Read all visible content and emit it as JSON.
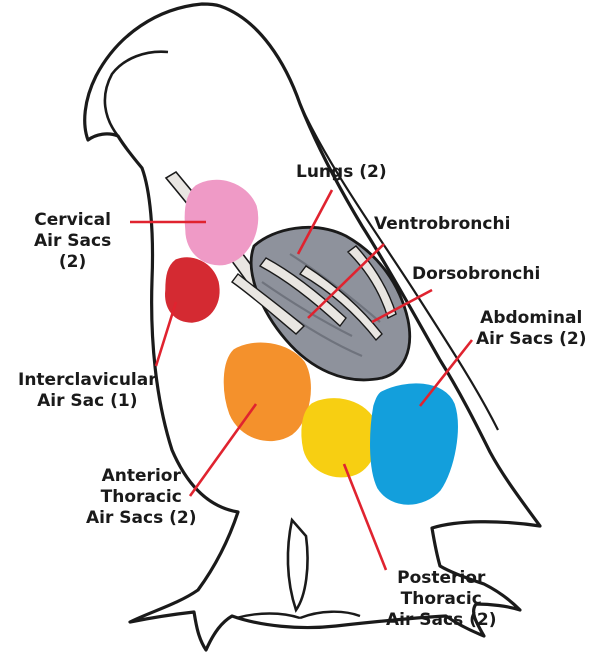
{
  "colors": {
    "outline": "#1a1a1a",
    "leader_line": "#e0232f",
    "lungs": "#8e929c",
    "lungs_dark": "#6f737d",
    "airway": "#e9e6e2",
    "cervical": "#ef9ac6",
    "interclavicular": "#d42a32",
    "anterior_thoracic": "#f4912c",
    "posterior_thoracic": "#f7cf12",
    "abdominal": "#139fdc"
  },
  "labels": {
    "lungs": [
      "Lungs (2)"
    ],
    "ventrobronchi": [
      "Ventrobronchi"
    ],
    "dorsobronchi": [
      "Dorsobronchi"
    ],
    "cervical": [
      "Cervical",
      "Air Sacs",
      "(2)"
    ],
    "abdominal": [
      "Abdominal",
      "Air Sacs (2)"
    ],
    "interclavicular": [
      "Interclavicular",
      "Air Sac (1)"
    ],
    "anterior_thoracic": [
      "Anterior",
      "Thoracic",
      "Air Sacs (2)"
    ],
    "posterior_thoracic": [
      "Posterior",
      "Thoracic",
      "Air Sacs (2)"
    ]
  }
}
